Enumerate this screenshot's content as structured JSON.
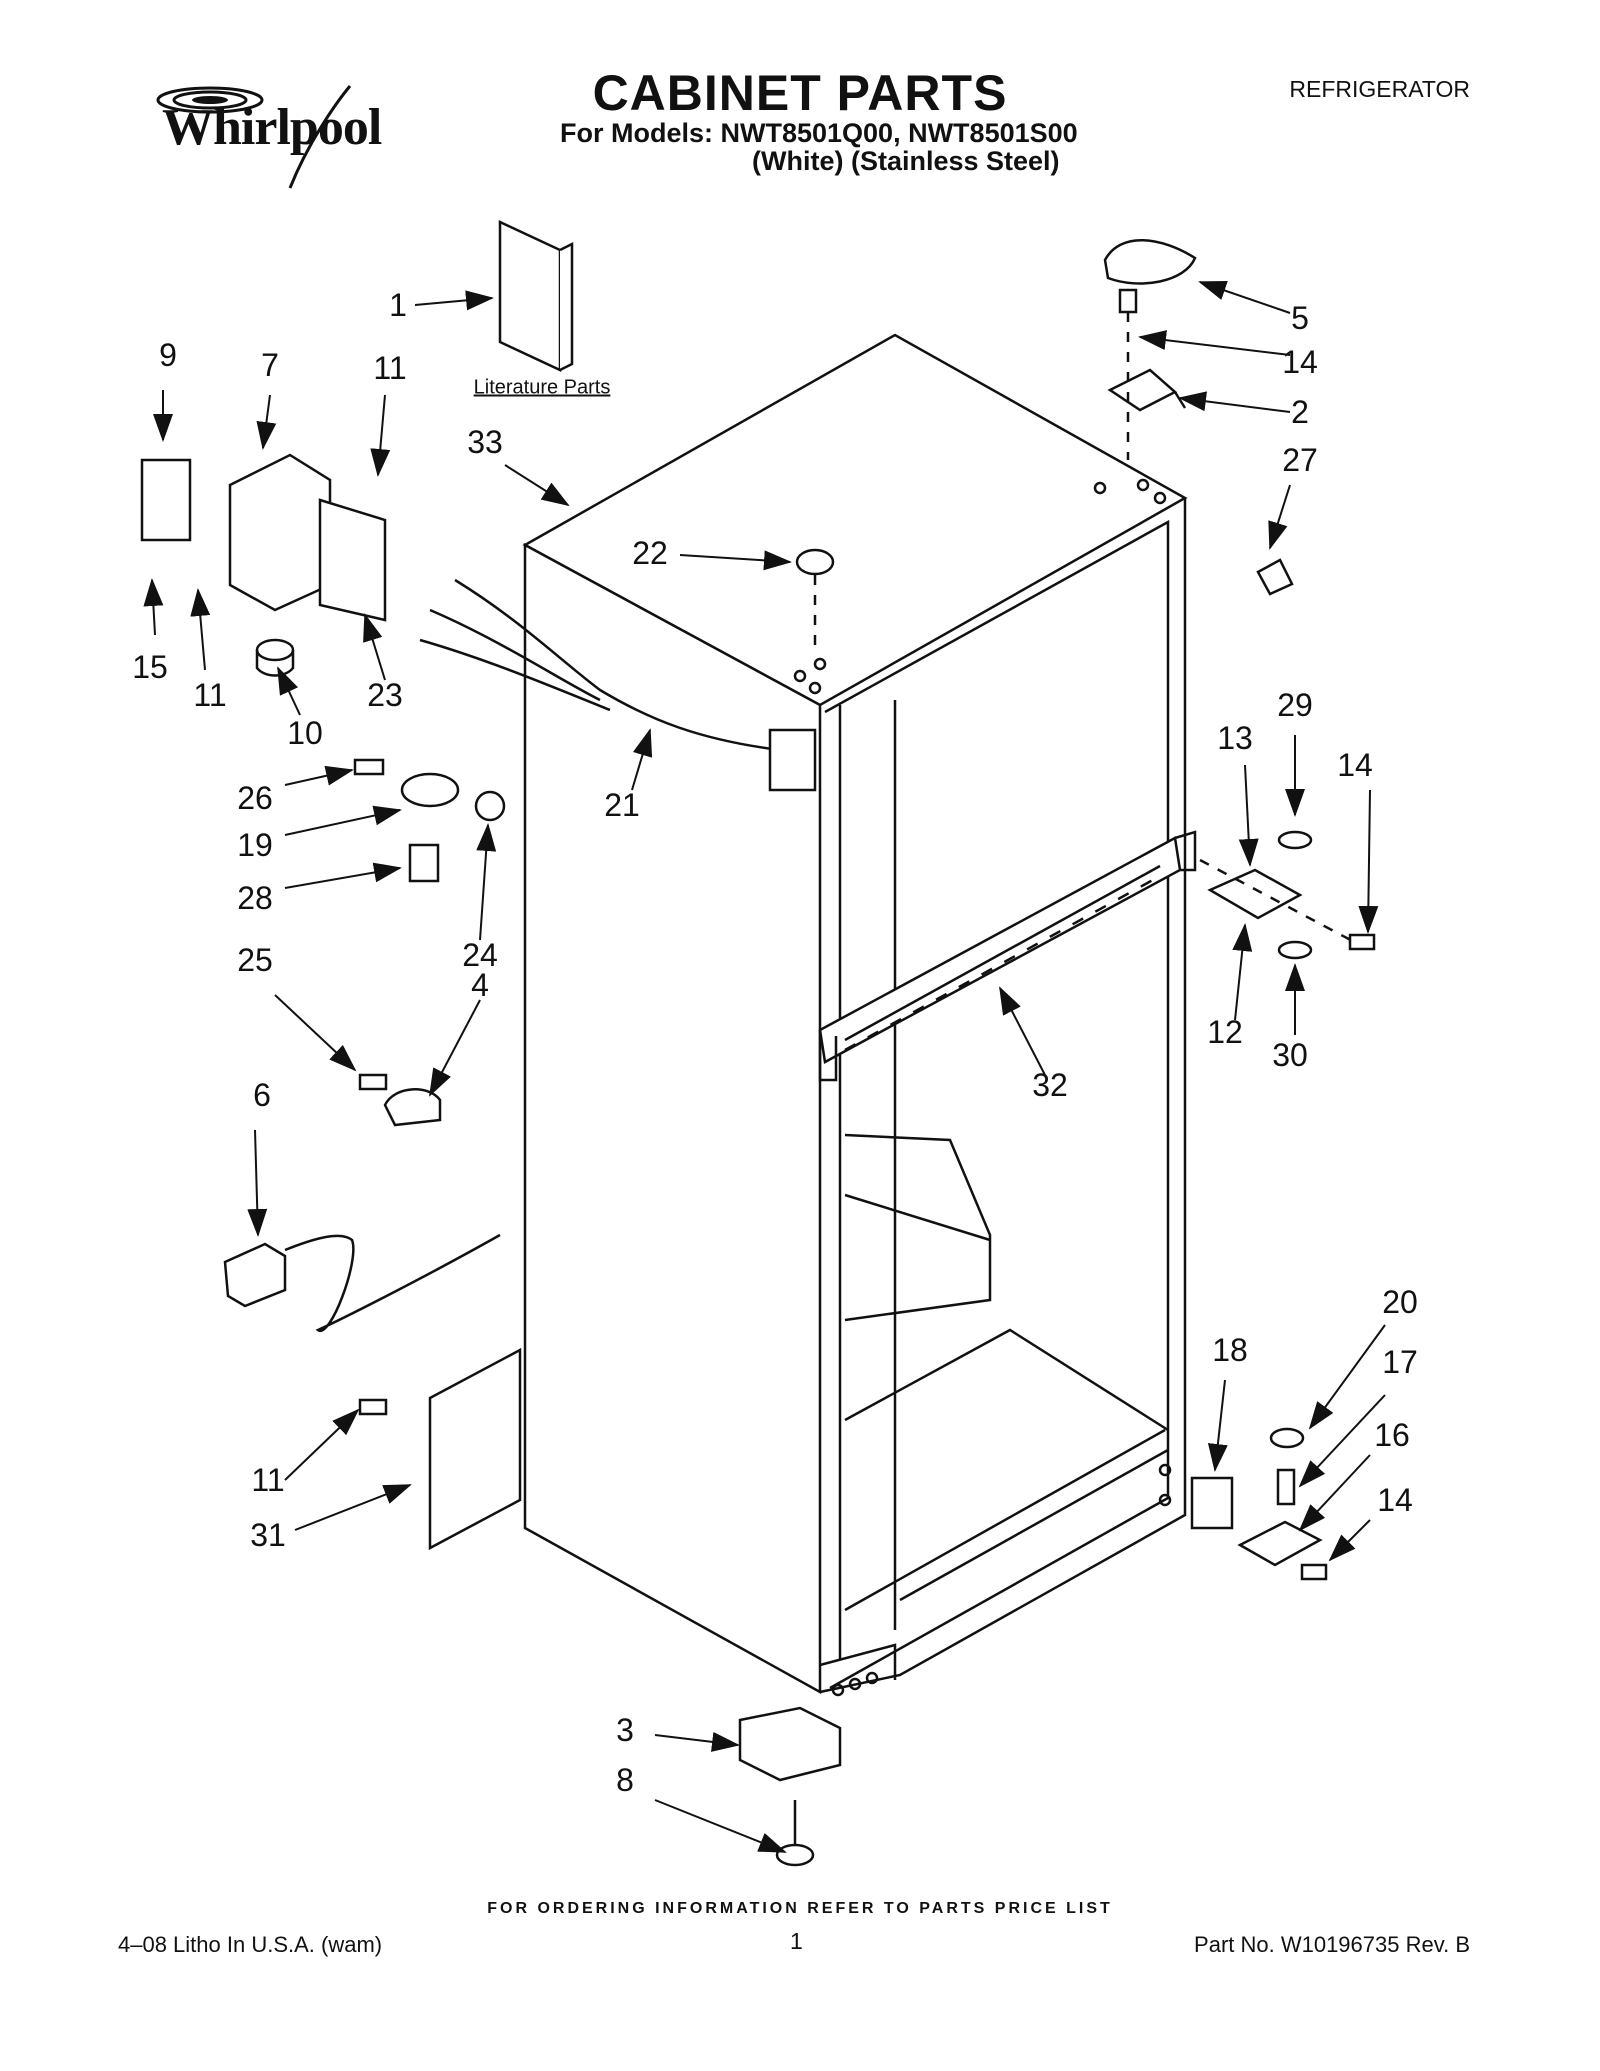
{
  "header": {
    "brand": "Whirlpool",
    "title": "CABINET PARTS",
    "models": "For Models: NWT8501Q00, NWT8501S00",
    "variants": "(White)   (Stainless Steel)",
    "appliance": "REFRIGERATOR"
  },
  "diagram": {
    "literature_label": "Literature Parts",
    "callouts": [
      "1",
      "5",
      "9",
      "7",
      "11",
      "14",
      "2",
      "33",
      "27",
      "22",
      "15",
      "11",
      "23",
      "10",
      "21",
      "26",
      "29",
      "13",
      "14",
      "19",
      "28",
      "24",
      "25",
      "4",
      "12",
      "30",
      "32",
      "6",
      "20",
      "18",
      "17",
      "16",
      "11",
      "14",
      "31",
      "3",
      "8"
    ]
  },
  "footer": {
    "note": "FOR ORDERING INFORMATION REFER TO PARTS PRICE LIST",
    "litho": "4–08 Litho In U.S.A. (wam)",
    "page": "1",
    "part_no": "Part No. W10196735 Rev. B"
  }
}
